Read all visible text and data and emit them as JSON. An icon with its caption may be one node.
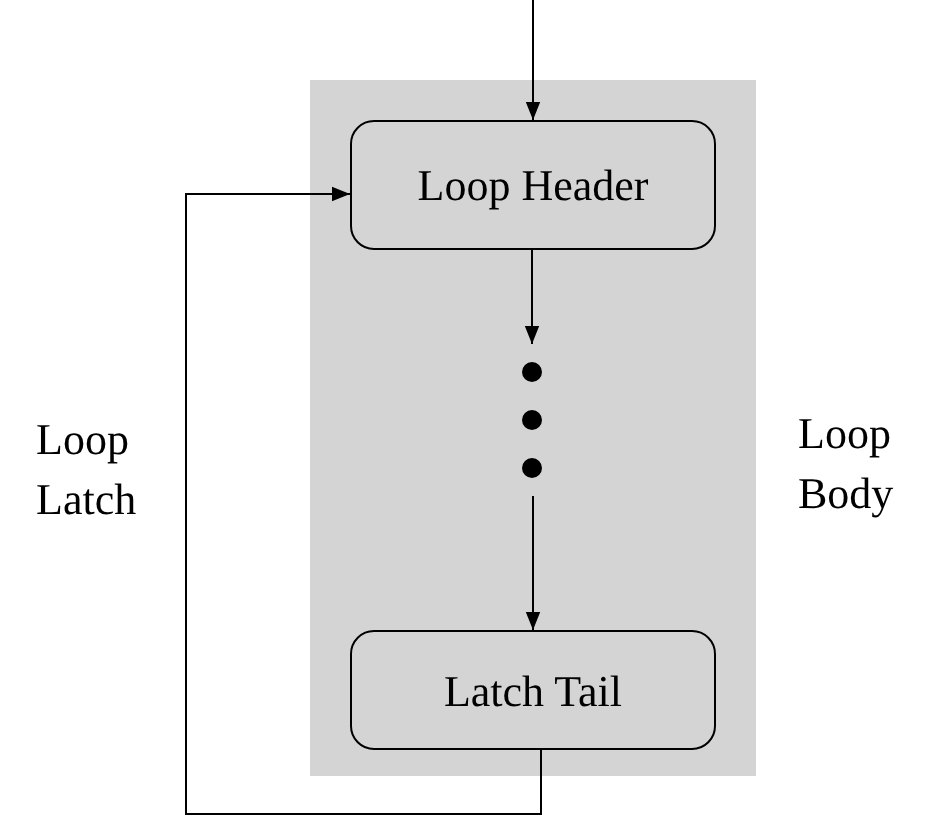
{
  "diagram": {
    "nodes": [
      {
        "text": [
          "Loop Body"
        ]
      },
      {
        "text": [
          "Loop Header"
        ],
        "in": 0
      },
      {
        "text": [],
        "shape": "dots",
        "in": 0
      },
      {
        "text": [
          "Latch Tail"
        ],
        "in": 0
      }
    ],
    "edges": [
      {
        "from": null,
        "to": 1,
        "arrow": "to"
      },
      {
        "from": 1,
        "to": 2,
        "arrow": "to"
      },
      {
        "from": 2,
        "to": 3,
        "arrow": "to"
      },
      {
        "from": 3,
        "to": 1,
        "arrow": "to",
        "label": "Loop Latch"
      }
    ]
  }
}
